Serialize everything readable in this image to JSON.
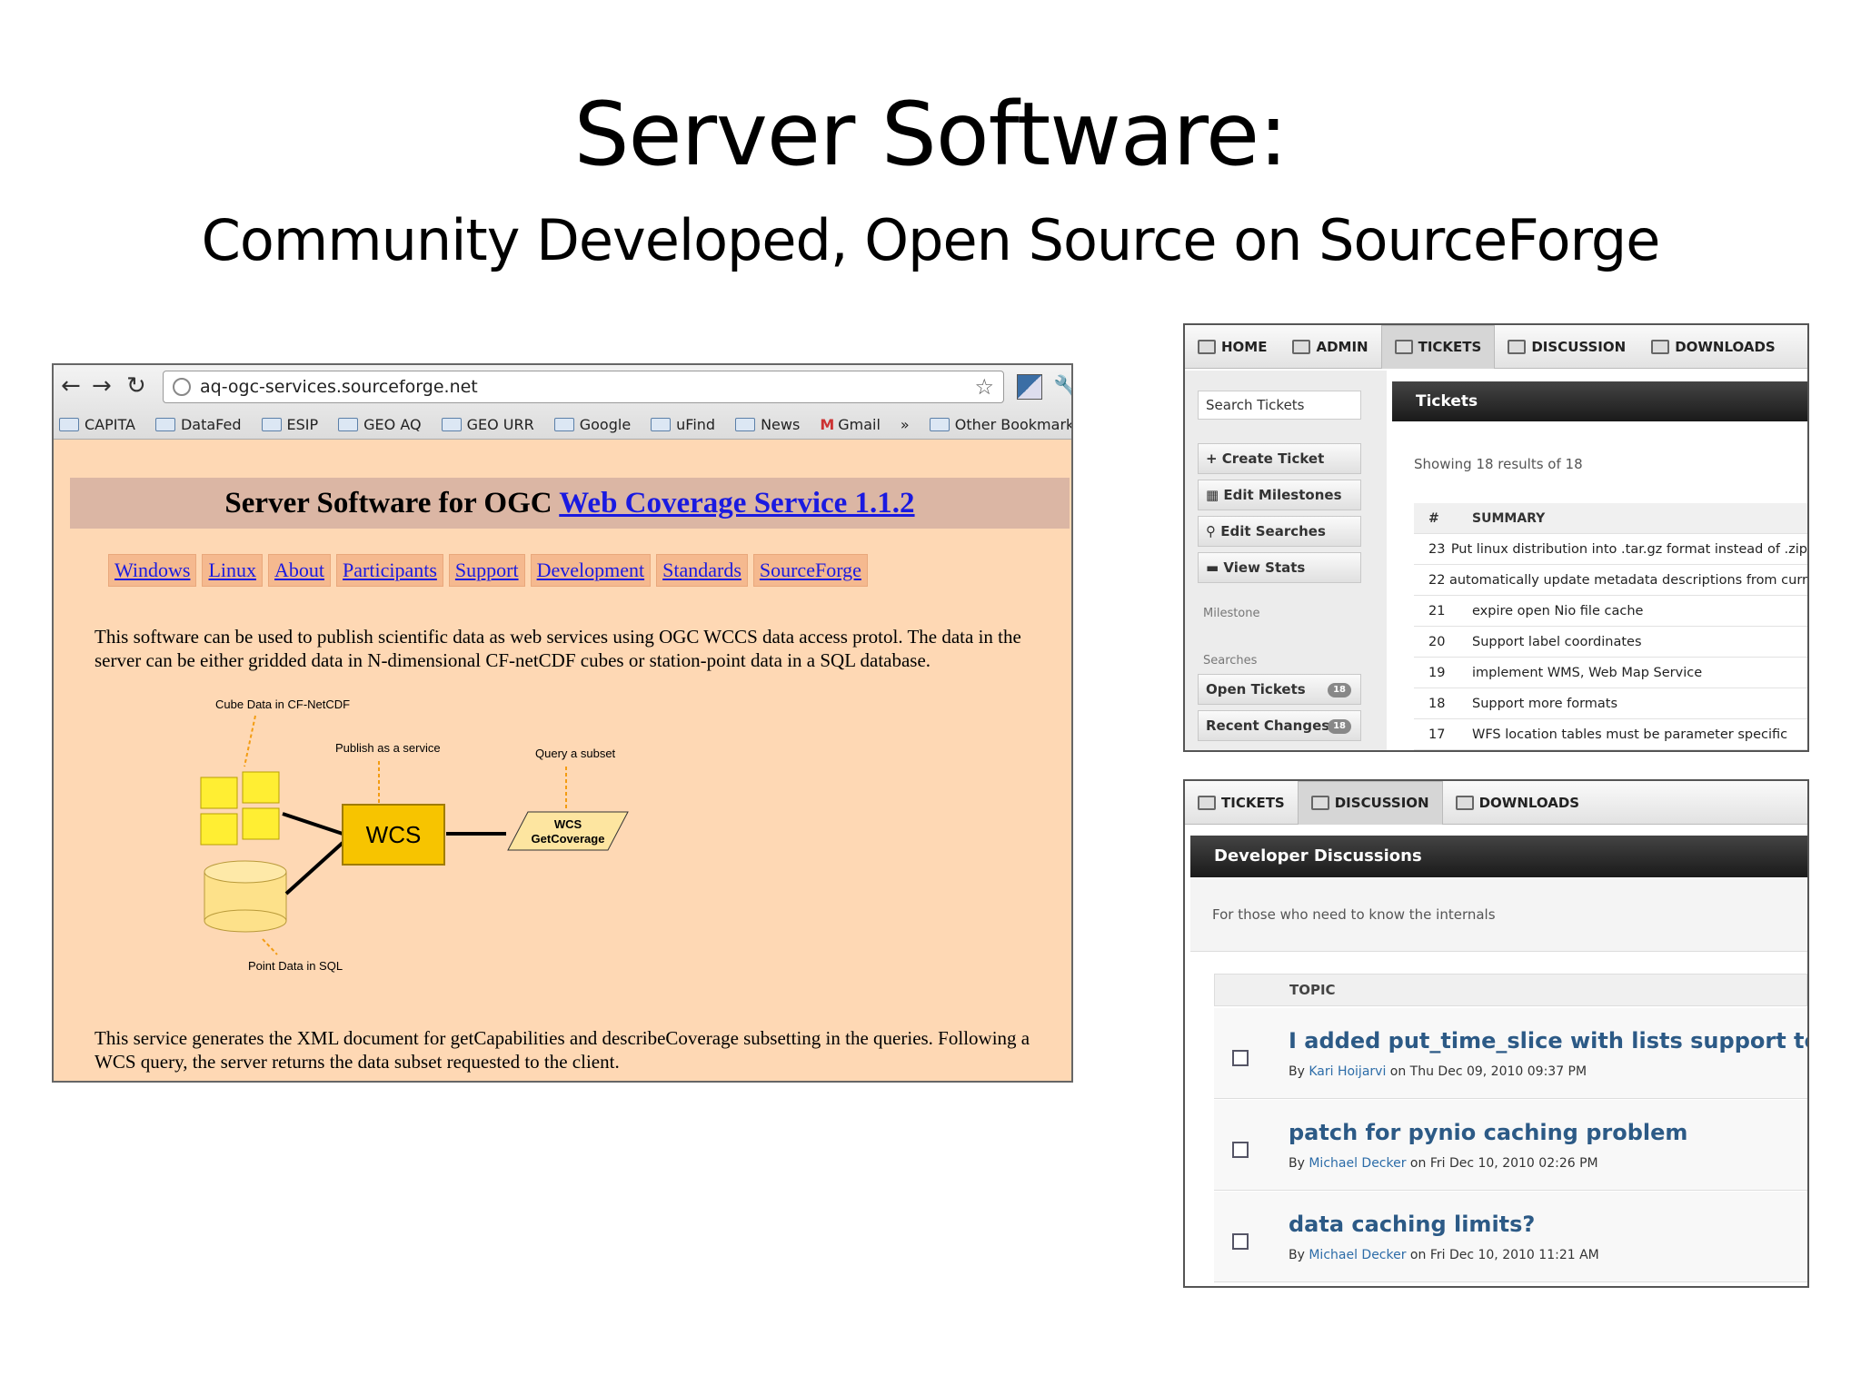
{
  "slide": {
    "title": "Server Software:",
    "subtitle": "Community Developed, Open Source on SourceForge"
  },
  "browser": {
    "url": "aq-ogc-services.sourceforge.net",
    "bookmarks": [
      "CAPITA",
      "DataFed",
      "ESIP",
      "GEO AQ",
      "GEO URR",
      "Google",
      "uFind",
      "News",
      "Gmail",
      "»",
      "Other Bookmarks"
    ],
    "page": {
      "heading_prefix": "Server Software for OGC ",
      "heading_link": "Web Coverage Service 1.1.2",
      "nav": [
        "Windows",
        "Linux",
        "About",
        "Participants",
        "Support",
        "Development",
        "Standards",
        "SourceForge"
      ],
      "intro": "This software can be used to publish scientific data as web services using OGC WCCS data access protol. The data in the server can be either gridded data in N-dimensional CF-netCDF cubes or station-point data in a SQL database.",
      "outro": "This service generates the XML document for getCapabilities and describeCoverage subsetting in the queries. Following a WCS query, the server returns the data subset requested to the client.",
      "diagram": {
        "cube_label": "Cube Data in CF-NetCDF",
        "publish_label": "Publish as a service",
        "query_label": "Query a subset",
        "wcs_box": "WCS",
        "getcoverage_line1": "WCS",
        "getcoverage_line2": "GetCoverage",
        "point_label": "Point Data in SQL"
      }
    }
  },
  "tickets_panel": {
    "tabs": [
      "HOME",
      "ADMIN",
      "TICKETS",
      "DISCUSSION",
      "DOWNLOADS"
    ],
    "active_tab": "TICKETS",
    "search_placeholder": "Search Tickets",
    "buttons": [
      "Create Ticket",
      "Edit Milestones",
      "Edit Searches",
      "View Stats"
    ],
    "milestone_label": "Milestone",
    "searches_label": "Searches",
    "saved_searches": [
      {
        "label": "Open Tickets",
        "count": "18"
      },
      {
        "label": "Recent Changes",
        "count": "18"
      }
    ],
    "header": "Tickets",
    "showing": "Showing 18 results of 18",
    "columns": [
      "#",
      "SUMMARY"
    ],
    "rows": [
      {
        "num": "23",
        "summary": "Put linux distribution into .tar.gz format instead of .zip"
      },
      {
        "num": "22",
        "summary": "automatically update metadata descriptions from curr"
      },
      {
        "num": "21",
        "summary": "expire open Nio file cache"
      },
      {
        "num": "20",
        "summary": "Support label coordinates"
      },
      {
        "num": "19",
        "summary": "implement WMS, Web Map Service"
      },
      {
        "num": "18",
        "summary": "Support more formats"
      },
      {
        "num": "17",
        "summary": "WFS location tables must be parameter specific"
      }
    ]
  },
  "discussion_panel": {
    "tabs": [
      "TICKETS",
      "DISCUSSION",
      "DOWNLOADS"
    ],
    "active_tab": "DISCUSSION",
    "header": "Developer Discussions",
    "subheader": "For those who need to know the internals",
    "column": "TOPIC",
    "topics": [
      {
        "title": "I added put_time_slice with lists support to linux",
        "by": "By ",
        "user": "Kari Hoijarvi",
        "date": " on Thu Dec 09, 2010 09:37 PM"
      },
      {
        "title": "patch for pynio caching problem",
        "by": "By ",
        "user": "Michael Decker",
        "date": " on Fri Dec 10, 2010 02:26 PM"
      },
      {
        "title": "data caching limits?",
        "by": "By ",
        "user": "Michael Decker",
        "date": " on Fri Dec 10, 2010 11:21 AM"
      }
    ]
  }
}
